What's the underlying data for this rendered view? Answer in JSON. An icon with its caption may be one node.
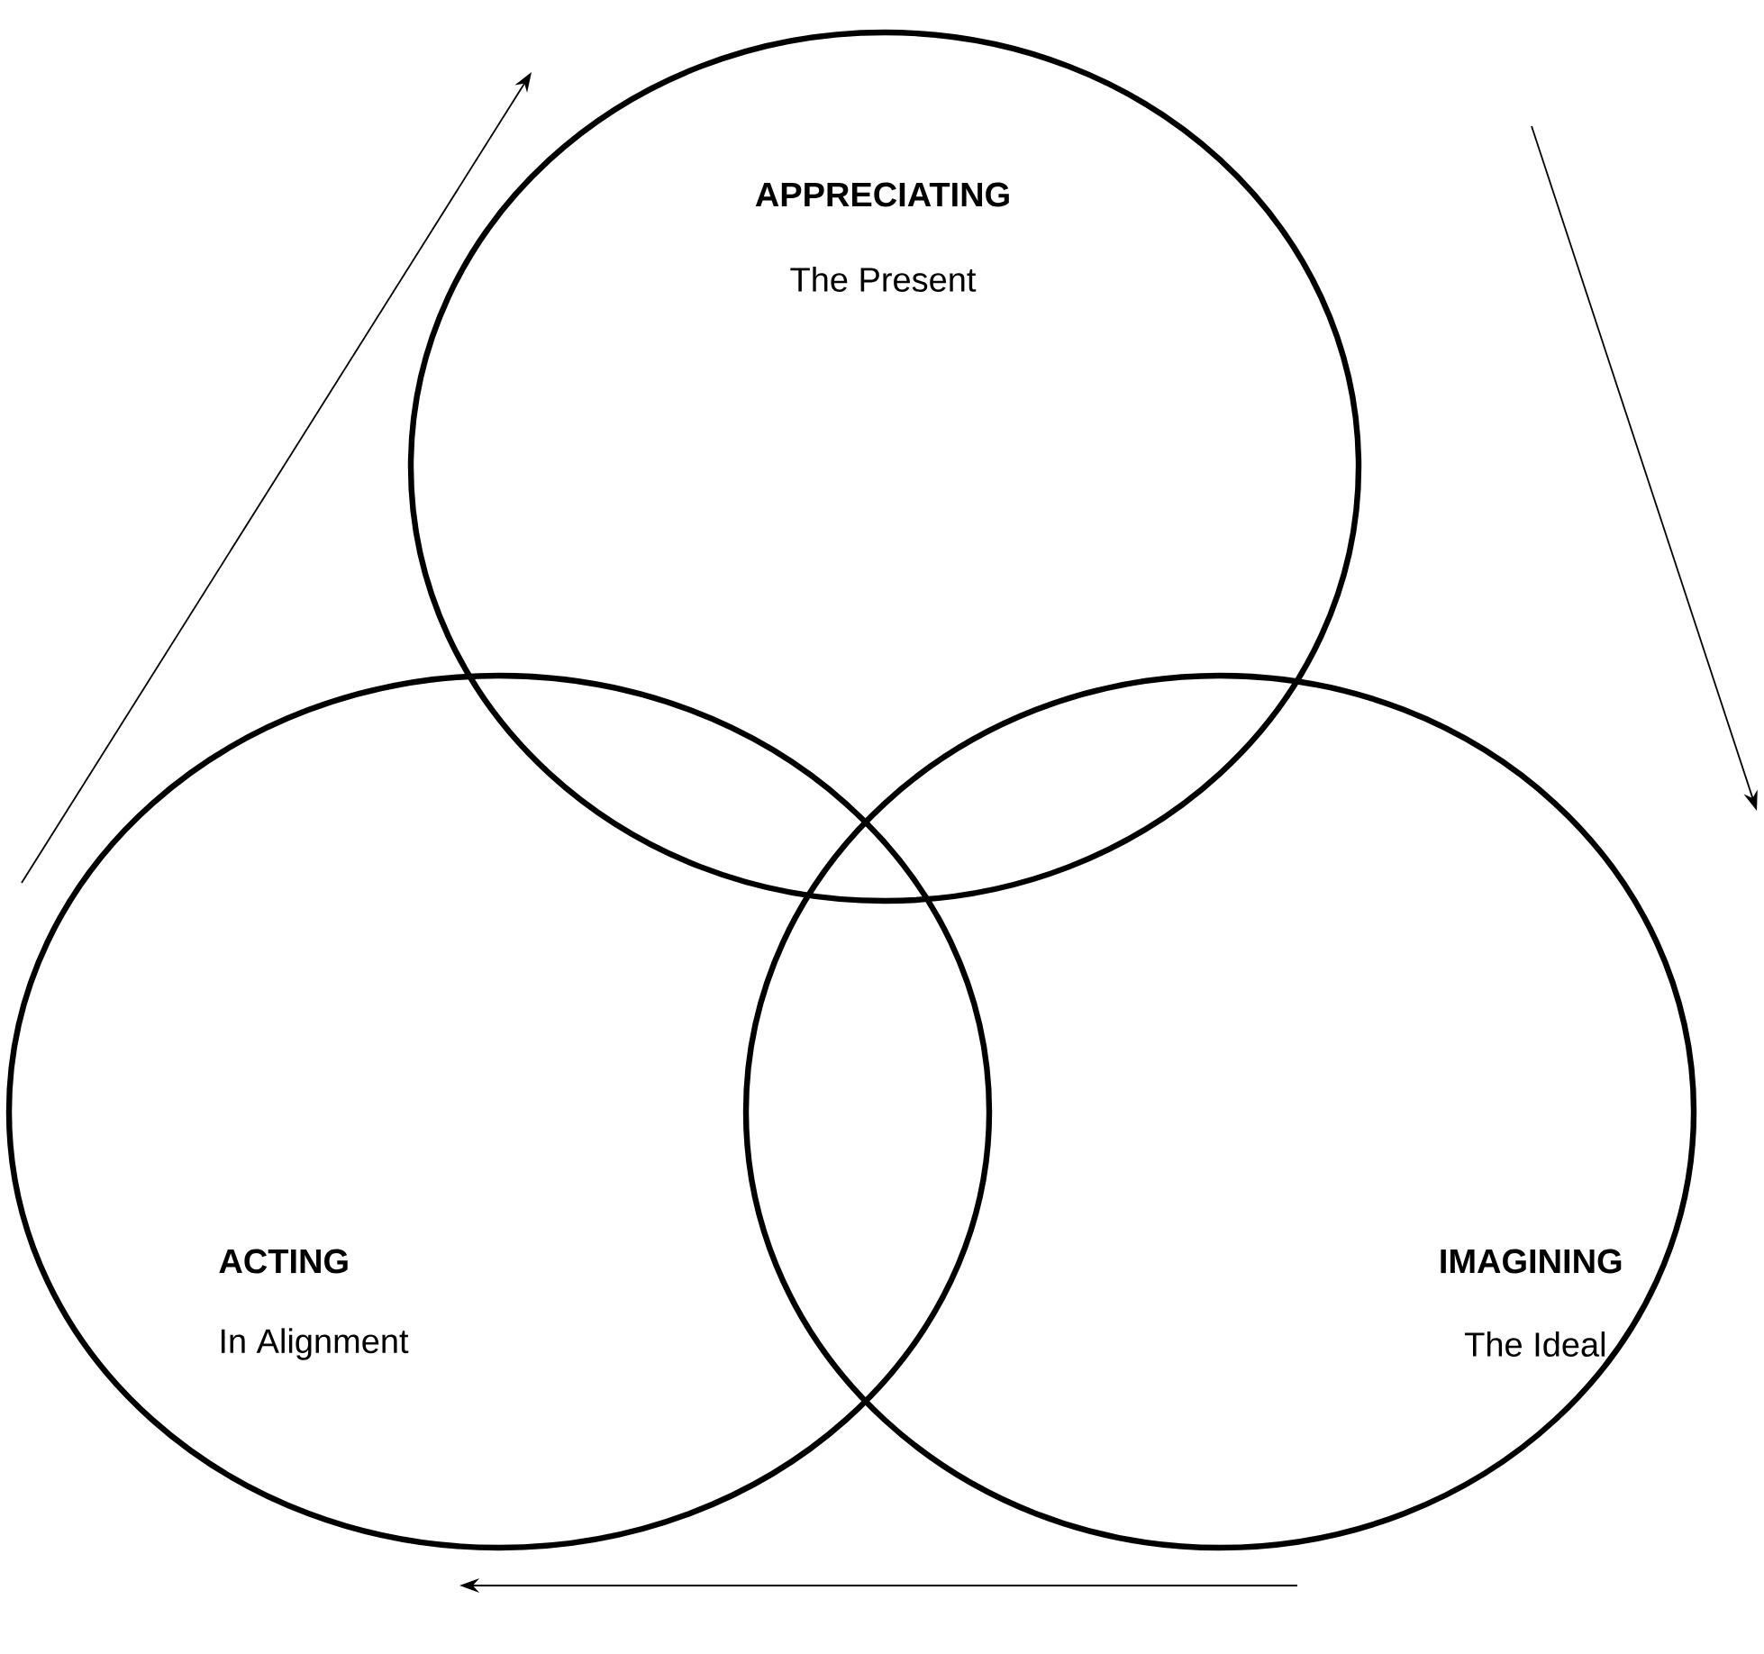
{
  "diagram": {
    "nodes": [
      {
        "text": [
          "APPRECIATING",
          "The Present"
        ]
      },
      {
        "text": [
          "ACTING",
          "In Alignment"
        ]
      },
      {
        "text": [
          "IMAGINING",
          "The Ideal"
        ]
      }
    ]
  }
}
